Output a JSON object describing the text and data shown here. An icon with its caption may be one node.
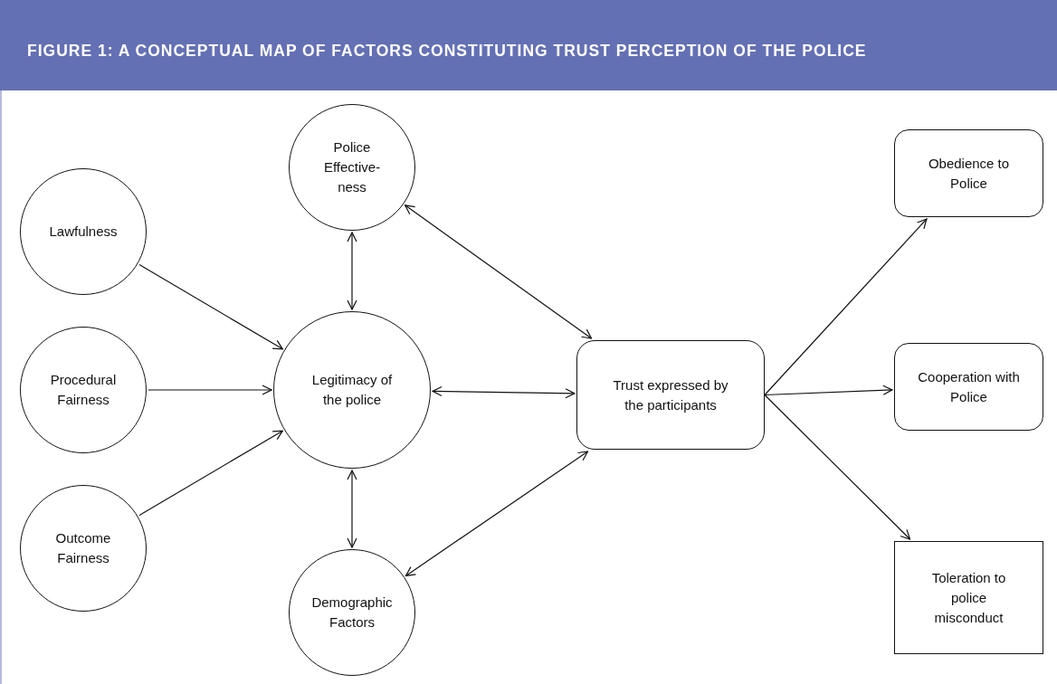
{
  "diagram": {
    "title": "FIGURE 1: A CONCEPTUAL MAP OF FACTORS CONSTITUTING TRUST PERCEPTION OF THE POLICE",
    "nodes": [
      {
        "text": [
          "Lawfulness"
        ]
      },
      {
        "text": [
          "Procedural Fairness"
        ]
      },
      {
        "text": [
          "Outcome Fairness"
        ]
      },
      {
        "text": [
          "Police Effective- ness"
        ]
      },
      {
        "text": [
          "Legitimacy of the police"
        ]
      },
      {
        "text": [
          "Demographic Factors"
        ]
      },
      {
        "text": [
          "Trust expressed by the participants"
        ]
      },
      {
        "text": [
          "Obedience to Police"
        ]
      },
      {
        "text": [
          "Cooperation with Police"
        ]
      },
      {
        "text": [
          "Toleration to police misconduct"
        ]
      }
    ],
    "edges": [
      {
        "from": 0,
        "to": 4,
        "arrow": "to"
      },
      {
        "from": 1,
        "to": 4,
        "arrow": "to"
      },
      {
        "from": 2,
        "to": 4,
        "arrow": "to"
      },
      {
        "from": 3,
        "to": 4,
        "arrow": "both"
      },
      {
        "from": 4,
        "to": 5,
        "arrow": "both"
      },
      {
        "from": 3,
        "to": 6,
        "arrow": "both"
      },
      {
        "from": 4,
        "to": 6,
        "arrow": "both"
      },
      {
        "from": 5,
        "to": 6,
        "arrow": "both"
      },
      {
        "from": 6,
        "to": 7,
        "arrow": "to"
      },
      {
        "from": 6,
        "to": 8,
        "arrow": "to"
      },
      {
        "from": 6,
        "to": 9,
        "arrow": "to"
      }
    ]
  }
}
